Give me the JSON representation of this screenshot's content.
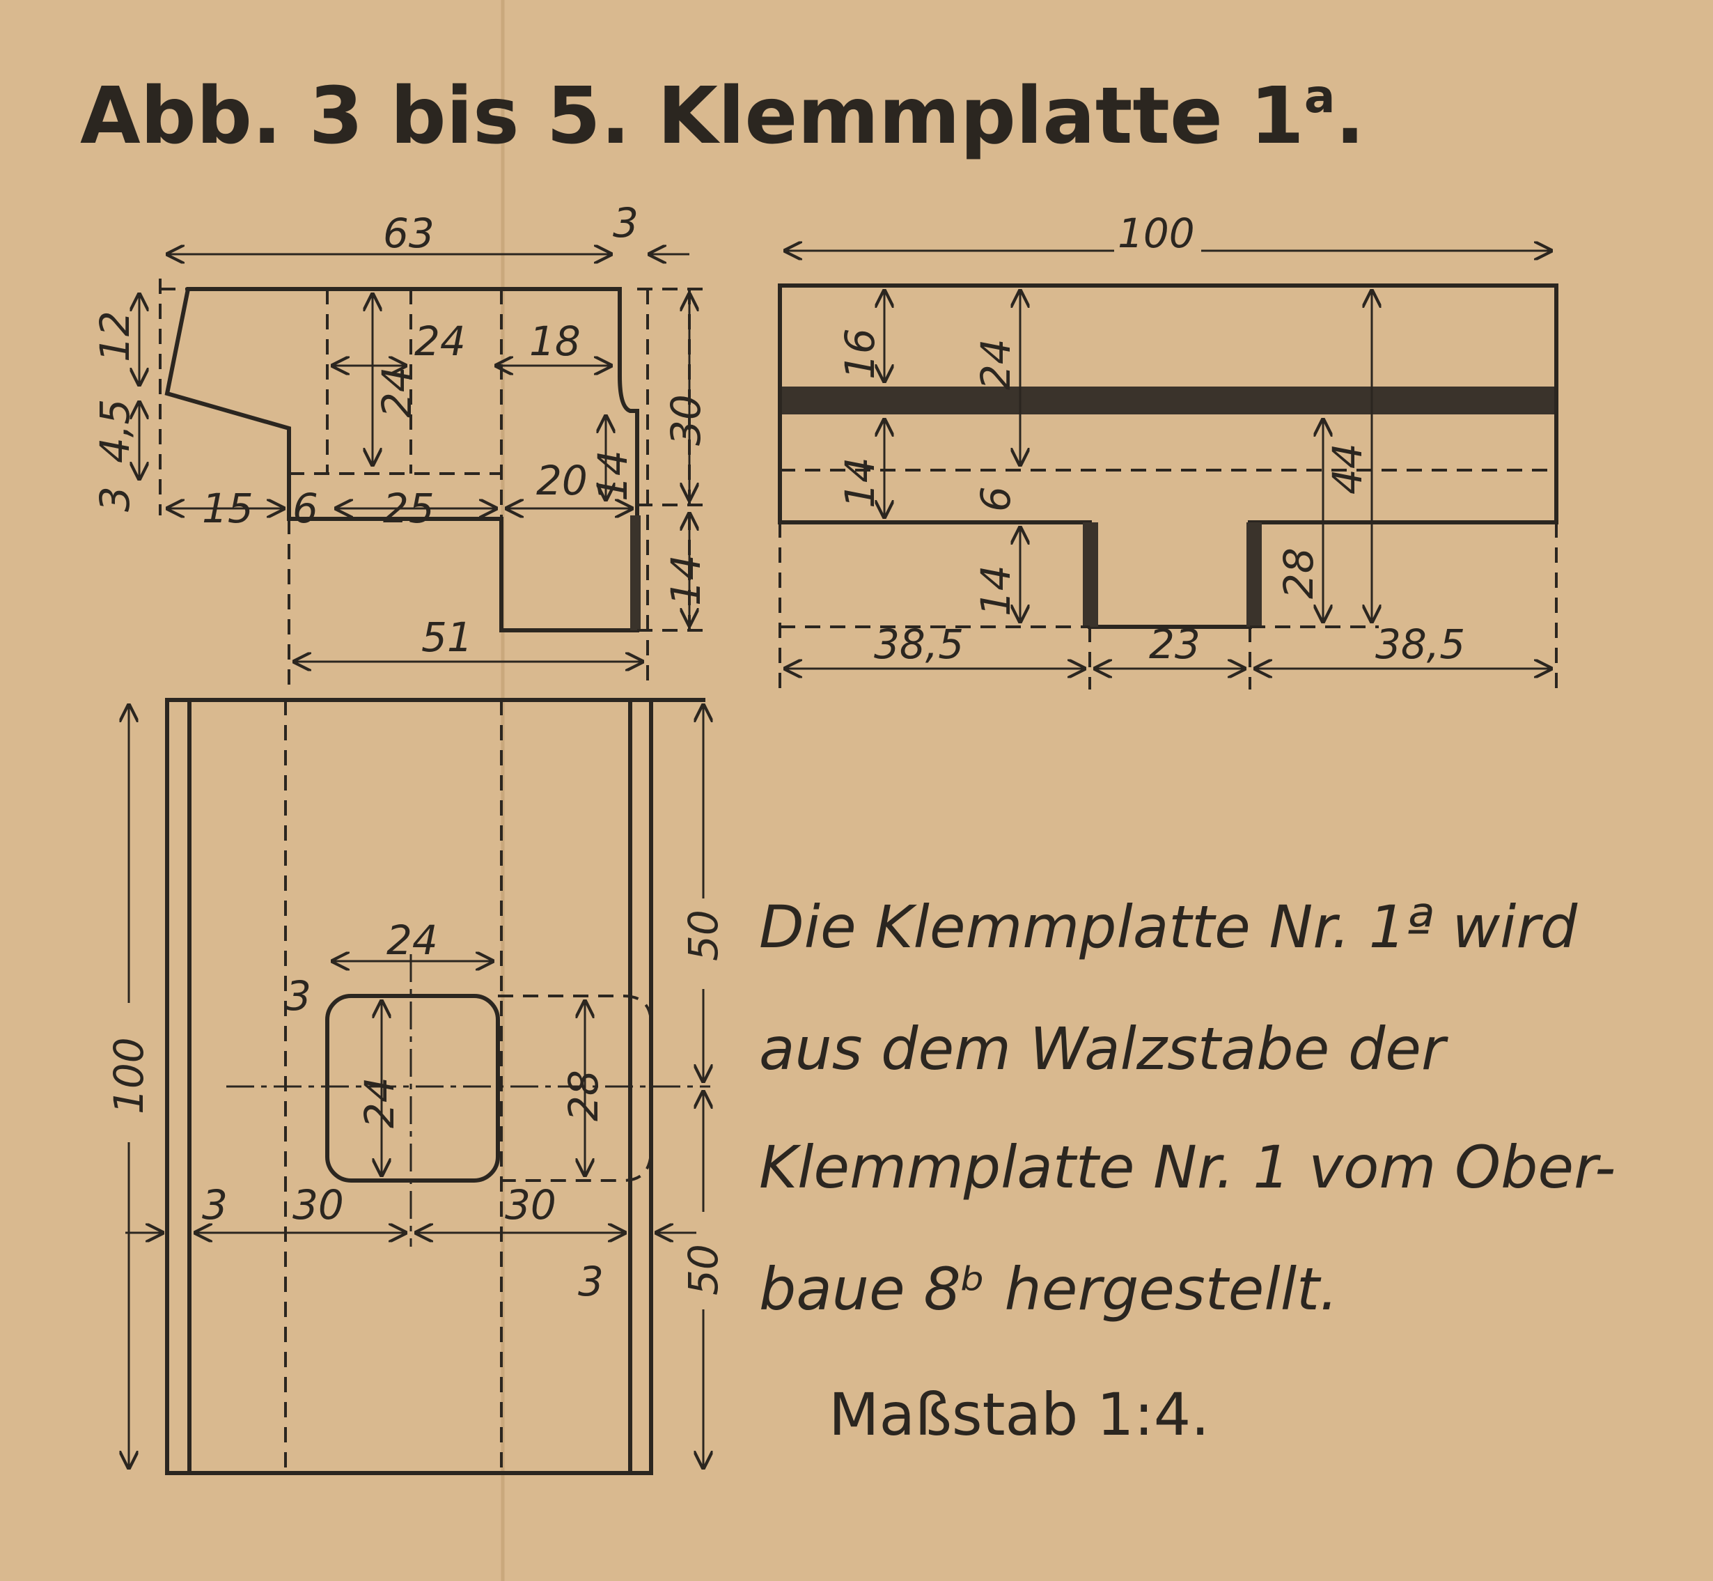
{
  "title": {
    "main": "Abb. 3 bis 5. Klemmplatte 1",
    "superscript": "a",
    "end": "."
  },
  "views": {
    "front": {
      "dims": {
        "d63": "63",
        "d3top": "3",
        "d24": "24",
        "d18": "18",
        "d24v": "24",
        "d12": "12",
        "d4_5": "4,5",
        "d3left": "3",
        "d15": "15",
        "d6": "6",
        "d25": "25",
        "d20": "20",
        "d14a": "14",
        "d30": "30",
        "d14b": "14",
        "d51": "51"
      }
    },
    "side": {
      "dims": {
        "d100": "100",
        "d16": "16",
        "d24": "24",
        "d44": "44",
        "d14a": "14",
        "d6": "6",
        "d14b": "14",
        "d28": "28",
        "d38_5l": "38,5",
        "d23": "23",
        "d38_5r": "38,5"
      }
    },
    "plan": {
      "dims": {
        "d100": "100",
        "d50top": "50",
        "d50bot": "50",
        "d24h": "24",
        "d3a": "3",
        "d24v": "24",
        "d28": "28",
        "d3b": "3",
        "d30l": "30",
        "d30r": "30",
        "d3c": "3"
      }
    }
  },
  "note": {
    "lines": [
      "Die Klemmplatte Nr. 1ª wird",
      "aus dem Walzstabe der",
      "Klemmplatte Nr. 1 vom Ober-",
      "baue 8ᵇ hergestellt."
    ],
    "scale": "Maßstab 1:4."
  },
  "colors": {
    "paper": "#d9b98f",
    "ink": "#2b2620"
  }
}
